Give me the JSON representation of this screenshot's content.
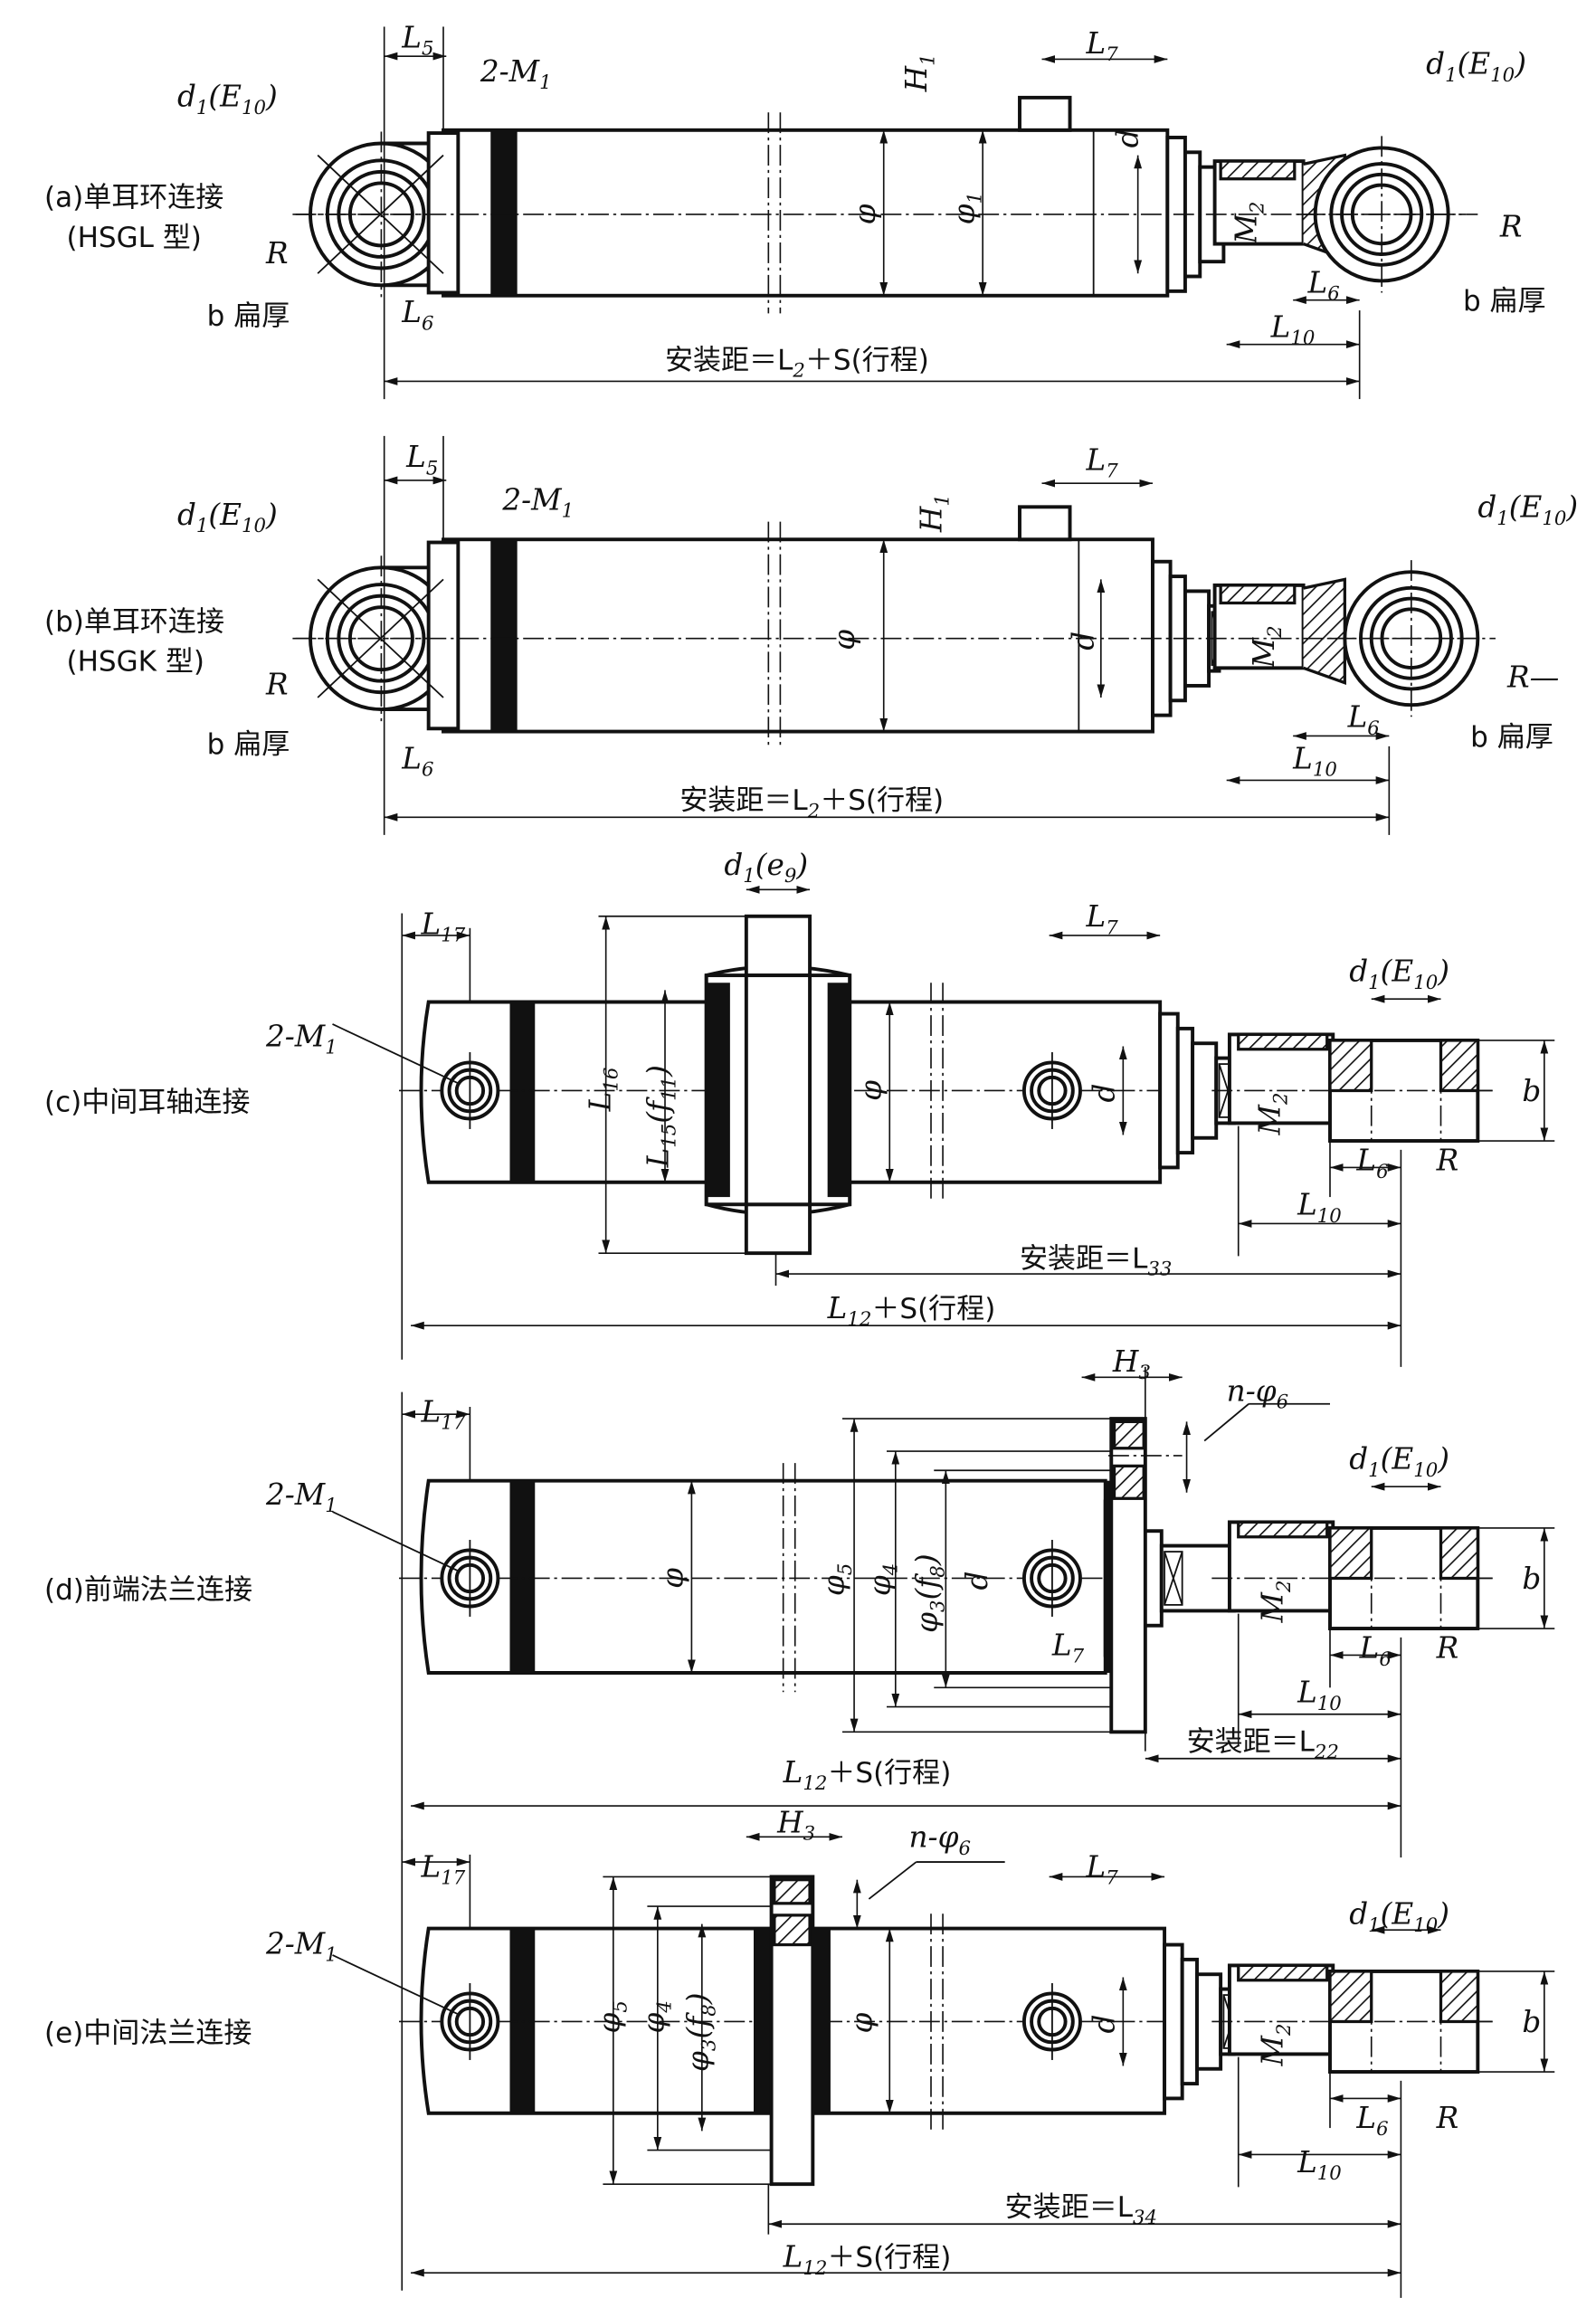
{
  "colors": {
    "ink": "#111111",
    "paper": "#ffffff"
  },
  "sections": [
    {
      "id": "a",
      "caption": "(a)单耳环连接",
      "subcaption": "(HSGL 型)",
      "labels": {
        "d1_left": [
          "d",
          "1",
          "(E",
          "10",
          ")"
        ],
        "R_left": [
          "R"
        ],
        "b_left": [
          "b 扁厚"
        ],
        "L5": [
          "L",
          "5"
        ],
        "M1": [
          "2-M",
          "1"
        ],
        "L6_left": [
          "L",
          "6"
        ],
        "H1": [
          "H",
          "1"
        ],
        "L7": [
          "L",
          "7"
        ],
        "d": [
          "d"
        ],
        "phi": [
          "φ"
        ],
        "phi1": [
          "φ",
          "1"
        ],
        "M2": [
          "M",
          "2"
        ],
        "d1_right": [
          "d",
          "1",
          "(E",
          "10",
          ")"
        ],
        "R_right": [
          "R"
        ],
        "b_right": [
          "b 扁厚"
        ],
        "L6_right": [
          "L",
          "6"
        ],
        "L10": [
          "L",
          "10"
        ],
        "install": [
          "安装距＝L",
          "2",
          "＋S(行程)"
        ]
      }
    },
    {
      "id": "b",
      "caption": "(b)单耳环连接",
      "subcaption": "(HSGK 型)",
      "labels": {
        "d1_left": [
          "d",
          "1",
          "(E",
          "10",
          ")"
        ],
        "R_left": [
          "R"
        ],
        "b_left": [
          "b 扁厚"
        ],
        "L5": [
          "L",
          "5"
        ],
        "M1": [
          "2-M",
          "1"
        ],
        "L6_left": [
          "L",
          "6"
        ],
        "H1": [
          "H",
          "1"
        ],
        "L7": [
          "L",
          "7"
        ],
        "phi": [
          "φ"
        ],
        "d": [
          "d"
        ],
        "M2": [
          "M",
          "2"
        ],
        "d1_right": [
          "d",
          "1",
          "(E",
          "10",
          ")"
        ],
        "R_right": [
          "R—"
        ],
        "b_right": [
          "b 扁厚"
        ],
        "L6_right": [
          "L",
          "6"
        ],
        "L10": [
          "L",
          "10"
        ],
        "install": [
          "安装距＝L",
          "2",
          "＋S(行程)"
        ]
      }
    },
    {
      "id": "c",
      "caption": "(c)中间耳轴连接",
      "labels": {
        "L17": [
          "L",
          "17"
        ],
        "M1": [
          "2-M",
          "1"
        ],
        "L16": [
          "L",
          "16"
        ],
        "L15": [
          "L",
          "15",
          "(f",
          "11",
          ")"
        ],
        "d1e9": [
          "d",
          "1",
          "(e",
          "9",
          ")"
        ],
        "phi": [
          "φ"
        ],
        "L7": [
          "L",
          "7"
        ],
        "d": [
          "d"
        ],
        "d1E10": [
          "d",
          "1",
          "(E",
          "10",
          ")"
        ],
        "M2": [
          "M",
          "2"
        ],
        "b": [
          "b"
        ],
        "L6": [
          "L",
          "6"
        ],
        "R": [
          "R"
        ],
        "L10": [
          "L",
          "10"
        ],
        "install": [
          "安装距＝L",
          "33"
        ],
        "total": [
          "L",
          "12",
          "＋S(行程)"
        ]
      }
    },
    {
      "id": "d",
      "caption": "(d)前端法兰连接",
      "labels": {
        "L17": [
          "L",
          "17"
        ],
        "M1": [
          "2-M",
          "1"
        ],
        "phi": [
          "φ"
        ],
        "phi5": [
          "φ",
          "5"
        ],
        "phi4": [
          "φ",
          "4"
        ],
        "phi3": [
          "φ",
          "3",
          "(f",
          "8",
          ")"
        ],
        "d": [
          "d"
        ],
        "L7": [
          "L",
          "7"
        ],
        "H3": [
          "H",
          "3"
        ],
        "nphi6": [
          "n-φ",
          "6"
        ],
        "d1E10": [
          "d",
          "1",
          "(E",
          "10",
          ")"
        ],
        "M2": [
          "M",
          "2"
        ],
        "b": [
          "b"
        ],
        "L6": [
          "L",
          "6"
        ],
        "R": [
          "R"
        ],
        "L10": [
          "L",
          "10"
        ],
        "install": [
          "安装距＝L",
          "22"
        ],
        "total": [
          "L",
          "12",
          "＋S(行程)"
        ]
      }
    },
    {
      "id": "e",
      "caption": "(e)中间法兰连接",
      "labels": {
        "L17": [
          "L",
          "17"
        ],
        "M1": [
          "2-M",
          "1"
        ],
        "phi5": [
          "φ",
          "5"
        ],
        "phi4": [
          "φ",
          "4"
        ],
        "phi3": [
          "φ",
          "3",
          "(f",
          "8",
          ")"
        ],
        "H3": [
          "H",
          "3"
        ],
        "nphi6": [
          "n-φ",
          "6"
        ],
        "phi": [
          "φ"
        ],
        "L7": [
          "L",
          "7"
        ],
        "d": [
          "d"
        ],
        "d1E10": [
          "d",
          "1",
          "(E",
          "10",
          ")"
        ],
        "M2": [
          "M",
          "2"
        ],
        "b": [
          "b"
        ],
        "L6": [
          "L",
          "6"
        ],
        "R": [
          "R"
        ],
        "L10": [
          "L",
          "10"
        ],
        "install": [
          "安装距＝L",
          "34"
        ],
        "total": [
          "L",
          "12",
          "＋S(行程)"
        ]
      }
    }
  ]
}
